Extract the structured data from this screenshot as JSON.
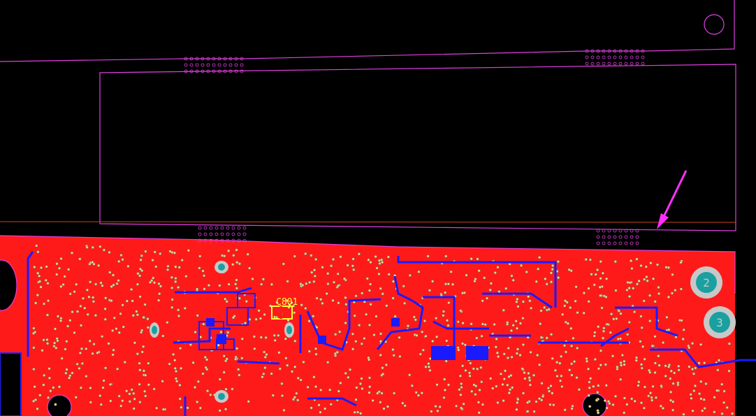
{
  "window": {
    "title": ""
  },
  "colors": {
    "background": "#000000",
    "board_outline": "#e040e0",
    "copper_top": "#ff1a1a",
    "copper_trace": "#1a1aff",
    "silkscreen": "#ffff33",
    "pad_teal": "#1aa0a0",
    "pad_ring": "#c8c8c8",
    "via_dot": "#e8d6a0",
    "arrow_marker": "#ff30ff"
  },
  "designators": {
    "capacitor": "C801"
  },
  "mounting_pads": [
    {
      "id": "pad-2",
      "label": "2"
    },
    {
      "id": "pad-3",
      "label": "3"
    }
  ],
  "icons": {
    "annotation_arrow": "arrow-marker-icon"
  }
}
